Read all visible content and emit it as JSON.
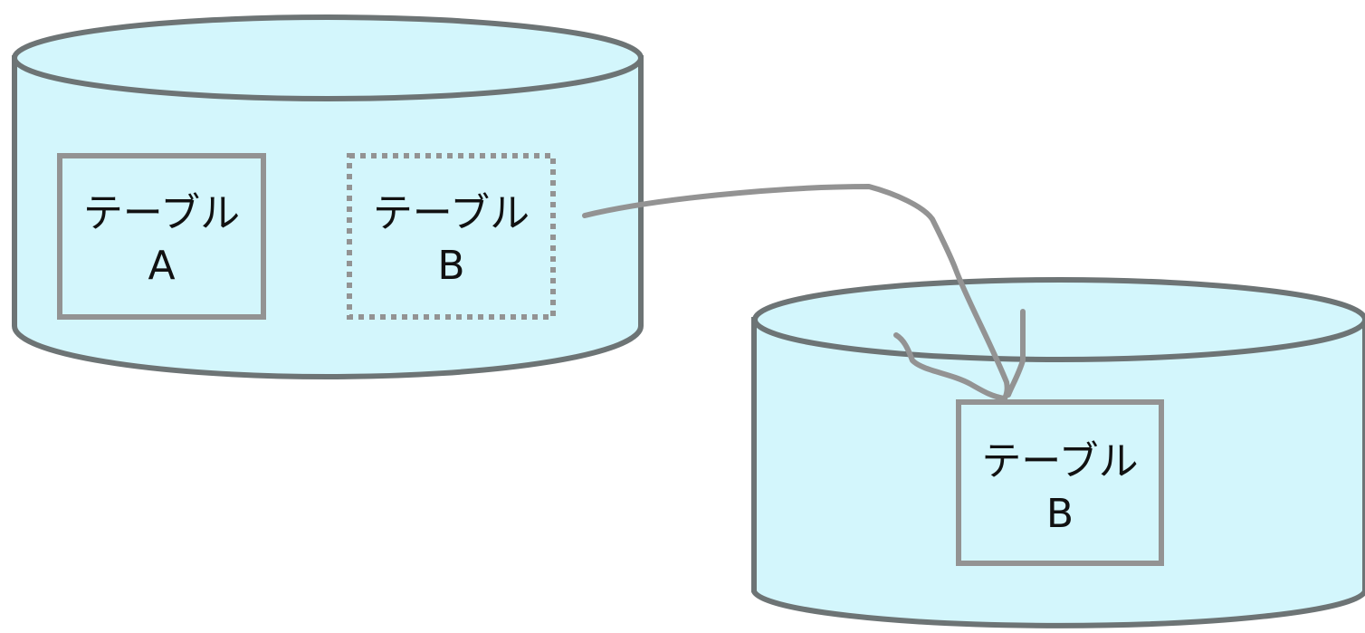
{
  "colors": {
    "cylinder_fill": "#d3f6fc",
    "cylinder_stroke": "#6d7475",
    "box_stroke": "#939393",
    "connector": "#939393",
    "text": "#111111"
  },
  "source_db": {
    "table_a": {
      "line1": "テーブル",
      "line2": "A",
      "border": "solid"
    },
    "table_b": {
      "line1": "テーブル",
      "line2": "B",
      "border": "dotted"
    }
  },
  "target_db": {
    "table_b": {
      "line1": "テーブル",
      "line2": "B",
      "border": "solid"
    }
  }
}
